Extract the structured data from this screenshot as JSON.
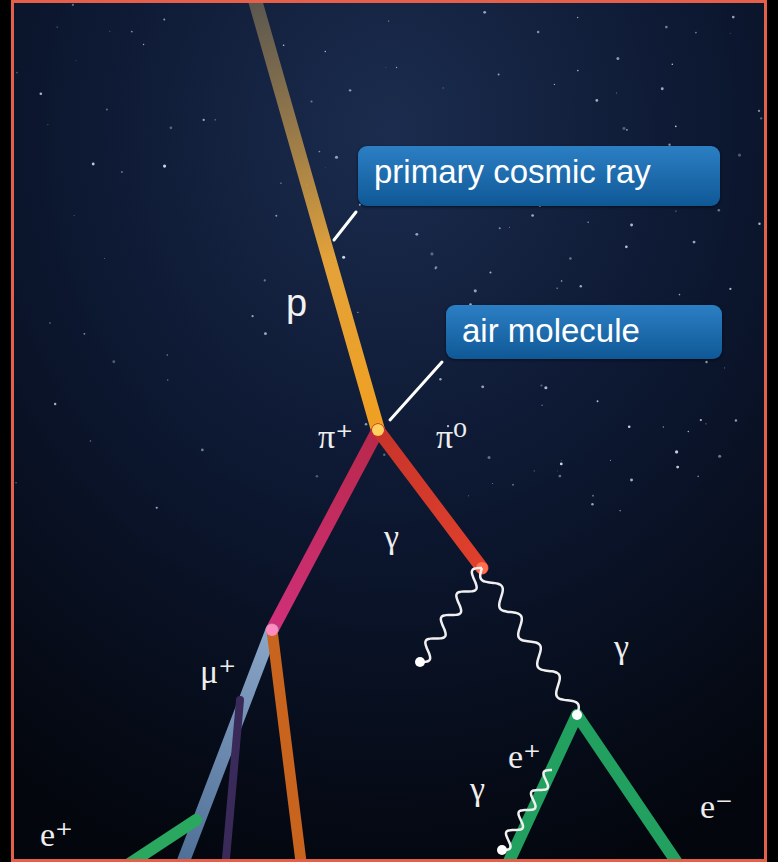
{
  "diagram": {
    "nodes": [
      {
        "text": [
          "primary cosmic ray"
        ]
      },
      {
        "text": [
          "air molecule"
        ]
      }
    ],
    "labels": [
      "p",
      "π⁺",
      "π⁰",
      "γ",
      "γ",
      "μ⁺",
      "e⁺",
      "e⁺",
      "γ",
      "e⁻"
    ]
  }
}
